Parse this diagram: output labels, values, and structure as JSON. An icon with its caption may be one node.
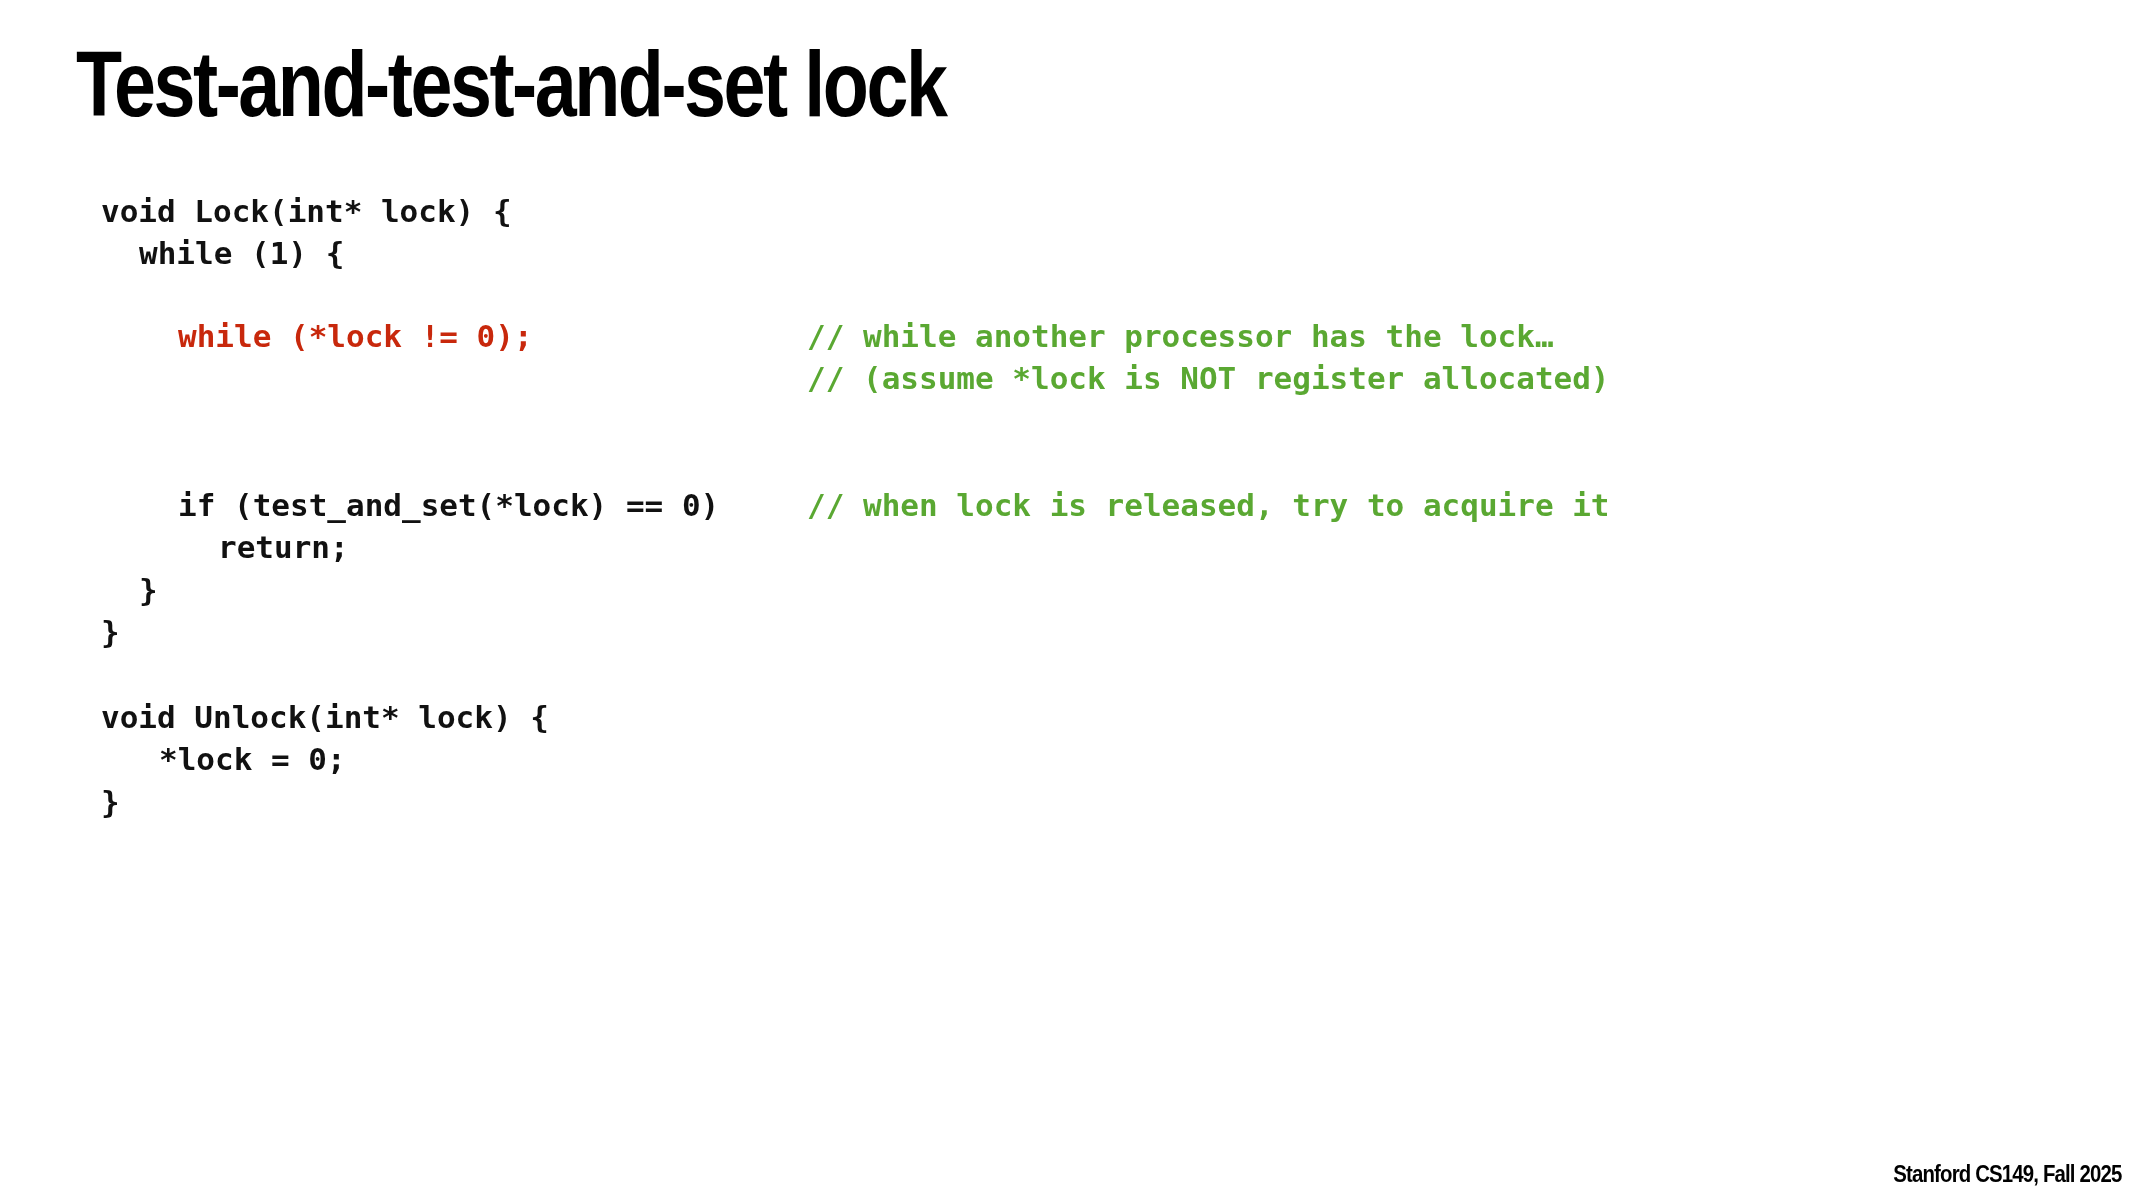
{
  "diagram": {
    "title": "Test-and-test-and-set lock",
    "labels": [
      "void Lock(int* lock) {",
      "while (1) {",
      "while (*lock != 0);",
      "// while another processor has the lock…",
      "// (assume *lock is NOT register allocated)",
      "if (test_and_set(*lock) == 0)",
      "// when lock is released, try to acquire it",
      "return;",
      "}",
      "}",
      "void Unlock(int* lock) {",
      "*lock = 0;",
      "}",
      "Stanford CS149, Fall 2025"
    ]
  }
}
